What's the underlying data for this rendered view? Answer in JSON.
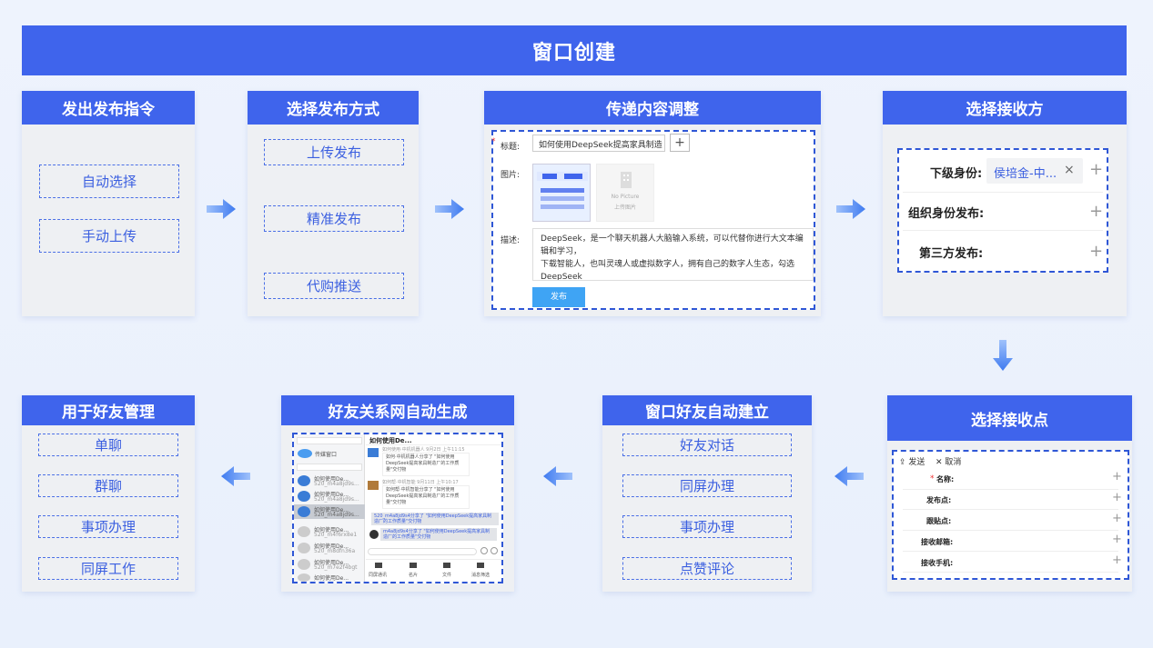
{
  "banner": {
    "title": "窗口创建"
  },
  "card1": {
    "title": "发出发布指令",
    "items": [
      "自动选择",
      "手动上传"
    ]
  },
  "card2": {
    "title": "选择发布方式",
    "items": [
      "上传发布",
      "精准发布",
      "代购推送"
    ]
  },
  "card3": {
    "title": "传递内容调整",
    "title_label": "标题:",
    "title_value": "如何使用DeepSeek提高家具制造",
    "add": "+",
    "image_label": "图片:",
    "no_picture": "No Picture",
    "upload_image": "上传图片",
    "desc_label": "描述:",
    "desc_text": "DeepSeek，是一个聊天机器人大脑输入系统，可以代替你进行大文本编辑和学习，\n下载智能人，也叫灵魂人或虚拟数字人，拥有自己的数字人生态，勾选DeepSeek",
    "publish": "发布"
  },
  "card4": {
    "title": "选择接收方",
    "rows": [
      {
        "label": "下级身份:",
        "tag": "侯培金-中...",
        "close": "×",
        "add": "+"
      },
      {
        "label": "组织身份发布:",
        "add": "+"
      },
      {
        "label": "第三方发布:",
        "add": "+"
      }
    ]
  },
  "card5": {
    "title": "选择接收点",
    "send": "发送",
    "cancel": "取消",
    "required": "*",
    "rows": [
      {
        "label": "名称:",
        "add": "+"
      },
      {
        "label": "发布点:",
        "add": "+"
      },
      {
        "label": "跟贴点:",
        "add": "+"
      },
      {
        "label": "接收邮箱:",
        "add": "+"
      },
      {
        "label": "接收手机:",
        "add": "+"
      }
    ]
  },
  "card6": {
    "title": "窗口好友自动建立",
    "items": [
      "好友对话",
      "同屏办理",
      "事项办理",
      "点赞评论"
    ]
  },
  "card7": {
    "title": "好友关系网自动生成",
    "chat_title": "如何使用De...",
    "contacts": [
      {
        "name": "传媒窗口",
        "sub": ""
      },
      {
        "name": "如何使用De...",
        "sub": "520_m4a8jd9s..."
      },
      {
        "name": "如何使用De...",
        "sub": "520_m4a8jd9s..."
      },
      {
        "name": "如何使用De...",
        "sub": "520_m4a8jd9s..."
      },
      {
        "name": "如何使用De...",
        "sub": "520_m4f6rx8e1"
      },
      {
        "name": "如何使用De...",
        "sub": "520_m8dfn36a"
      },
      {
        "name": "如何使用De...",
        "sub": "520_m7e2f4bgt"
      },
      {
        "name": "如何使用De...",
        "sub": ""
      }
    ],
    "messages": [
      {
        "head": "如何使用·中机机器人 9月2日 上午11:15",
        "text": "如何·中机机器人分享了 \"如何使用DeepSeek提高家具制造厂的工作质量\"交付物"
      },
      {
        "head": "如何帮·中机智能 9月11日 上午10:17",
        "text": "如何帮·中机智能分享了 \"如何使用DeepSeek提高家具制造厂的工作质量\"交付物"
      },
      {
        "head": "",
        "text": "520_m4a8jd9s4分享了 \"如何使用DeepSeek提高家具制造厂的工作质量\"交付物"
      },
      {
        "head": "",
        "text": "m4a8jd9s4分享了 \"如何使用DeepSeek提高家具制造厂的工作质量\"交付物"
      }
    ],
    "toolbar": [
      "同屏通讯",
      "名片",
      "文件",
      "消息筛选"
    ]
  },
  "card8": {
    "title": "用于好友管理",
    "items": [
      "单聊",
      "群聊",
      "事项办理",
      "同屏工作"
    ]
  }
}
